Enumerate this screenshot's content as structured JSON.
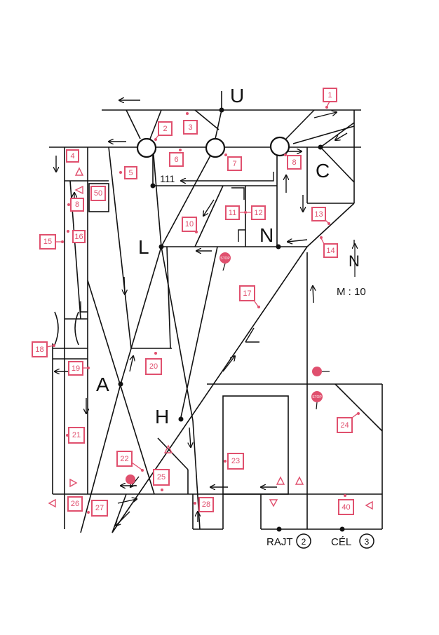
{
  "labels": {
    "U": "U",
    "C": "C",
    "L": "L",
    "N": "N",
    "A": "A",
    "H": "H",
    "north": "N",
    "scale": "M : 10",
    "num111": "111",
    "rajt": "RAJT",
    "cel": "CÉL",
    "rajt_symbol": "2",
    "cel_symbol": "3",
    "stop": "STOP"
  },
  "markers": [
    "1",
    "2",
    "3",
    "4",
    "5",
    "6",
    "7",
    "8",
    "10",
    "11",
    "12",
    "13",
    "14",
    "15",
    "16",
    "17",
    "18",
    "19",
    "20",
    "21",
    "22",
    "23",
    "24",
    "25",
    "26",
    "27",
    "28",
    "40",
    "50",
    "8"
  ],
  "colors": {
    "marker": "#e0506e",
    "ink": "#111111"
  }
}
